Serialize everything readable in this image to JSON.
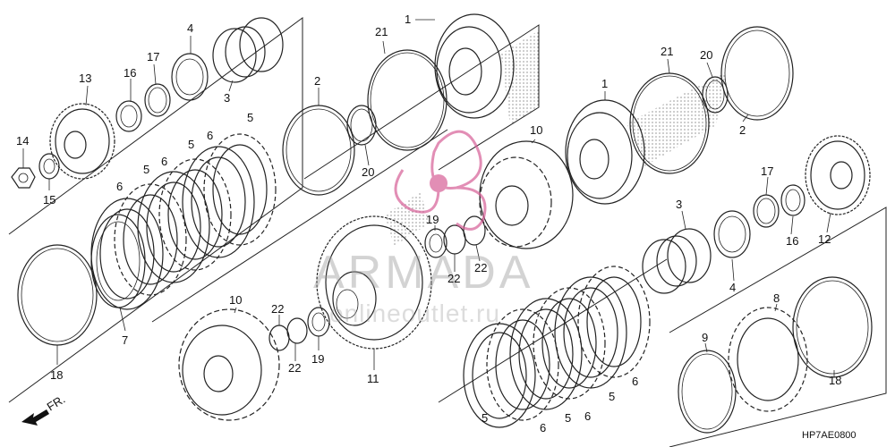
{
  "diagram": {
    "drawing_code": "HP7AE0800",
    "direction_label": "FR.",
    "watermark": {
      "main": "ARMADA",
      "sub": "onlineoutlet.ru"
    },
    "callouts": [
      "1",
      "1",
      "2",
      "2",
      "3",
      "3",
      "4",
      "4",
      "5",
      "5",
      "5",
      "5",
      "5",
      "5",
      "6",
      "6",
      "6",
      "6",
      "6",
      "6",
      "7",
      "8",
      "9",
      "10",
      "10",
      "11",
      "12",
      "13",
      "14",
      "15",
      "16",
      "16",
      "17",
      "17",
      "18",
      "18",
      "19",
      "19",
      "20",
      "20",
      "21",
      "21",
      "22",
      "22",
      "22",
      "22"
    ]
  }
}
